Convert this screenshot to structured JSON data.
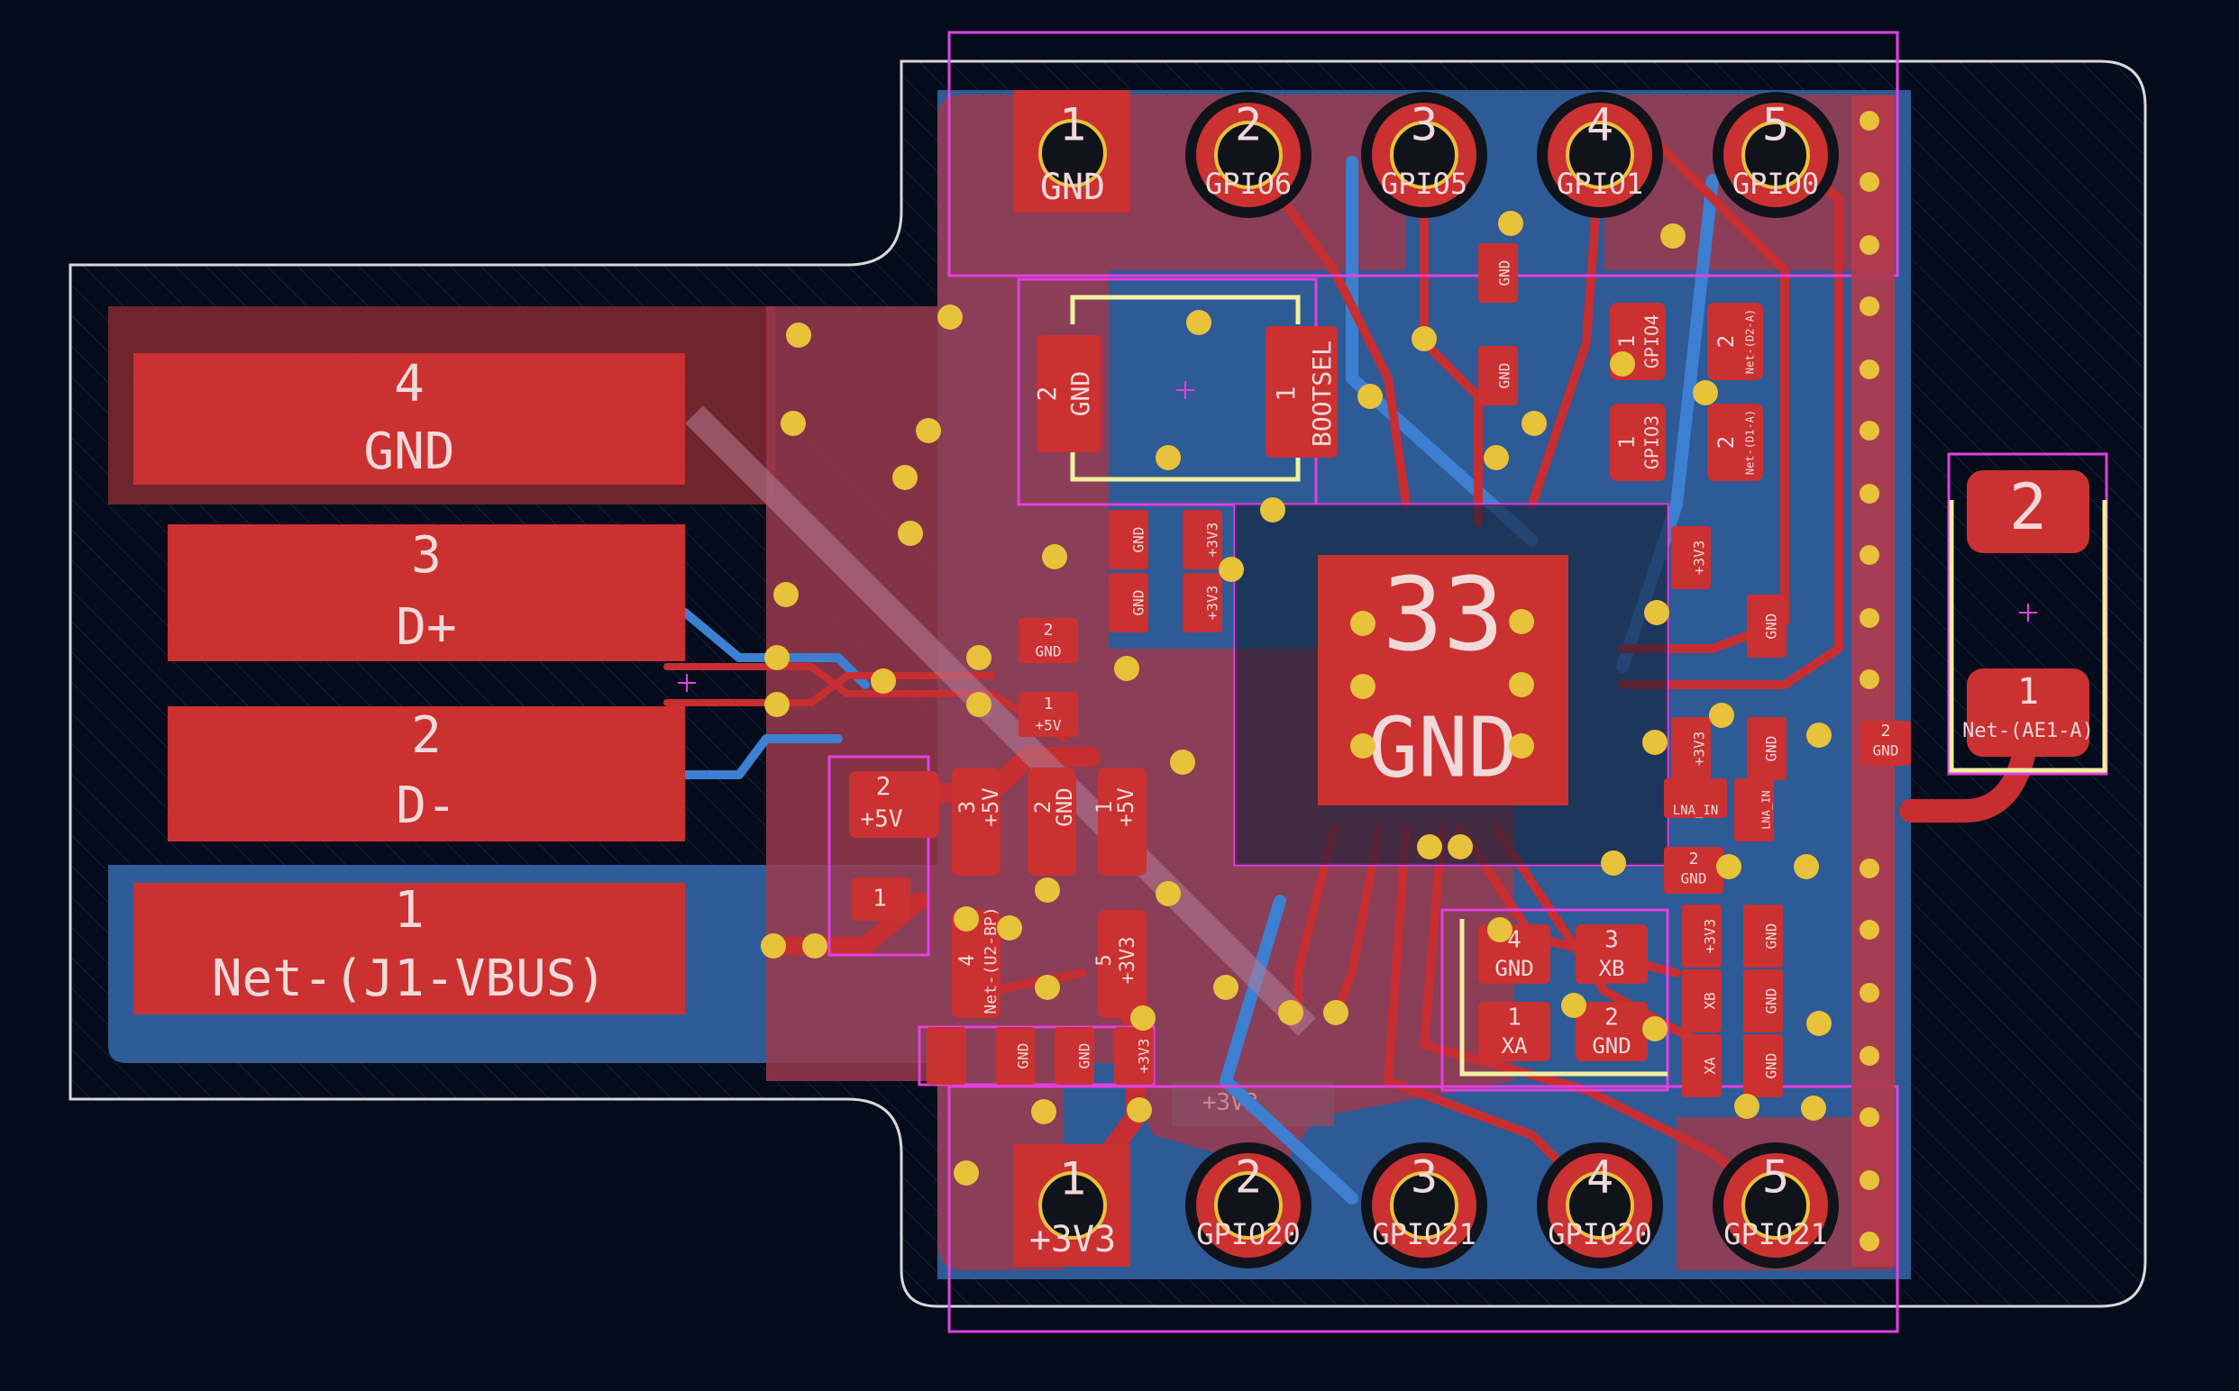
{
  "colors": {
    "background": "#040c1c",
    "copper_front": "#cb3131",
    "copper_back": "#3d7fd0",
    "via": "#e8c23a",
    "silkscreen": "#f0f0a0",
    "courtyard": "#e340e0",
    "edge_cuts": "#d8d8d8"
  },
  "usb_pads": [
    {
      "num": "4",
      "net": "GND"
    },
    {
      "num": "3",
      "net": "D+"
    },
    {
      "num": "2",
      "net": "D-"
    },
    {
      "num": "1",
      "net": "Net-(J1-VBUS)"
    }
  ],
  "header_top": [
    {
      "num": "1",
      "net": "GND"
    },
    {
      "num": "2",
      "net": "GPIO6"
    },
    {
      "num": "3",
      "net": "GPIO5"
    },
    {
      "num": "4",
      "net": "GPIO1"
    },
    {
      "num": "5",
      "net": "GPIO0"
    }
  ],
  "header_bottom": [
    {
      "num": "1",
      "net": "+3V3"
    },
    {
      "num": "2",
      "net": "GPIO20"
    },
    {
      "num": "3",
      "net": "GPIO21"
    },
    {
      "num": "4",
      "net": "GPIO20"
    },
    {
      "num": "5",
      "net": "GPIO21"
    }
  ],
  "mcu": {
    "pad": "33",
    "net": "GND"
  },
  "button": {
    "pin2_num": "2",
    "pin2_net": "GND",
    "pin1_num": "1",
    "pin1_net": "BOOTSEL"
  },
  "antenna": {
    "pin2_num": "2",
    "pin1_num": "1",
    "pin1_net": "Net-(AE1-A)"
  },
  "regulator": {
    "p2_num": "2",
    "p2_net": "+5V",
    "p3_num": "3",
    "p3_net": "+5V",
    "tab_num": "2",
    "tab_net": "GND",
    "p1_num": "1",
    "p1_net": "+5V",
    "p4_num": "4",
    "p4_net": "Net-(U2-BP)",
    "p5_num": "5",
    "p5_net": "+3V3",
    "vbus_num": "1"
  },
  "crystal": {
    "p4_num": "4",
    "p4_net": "GND",
    "p3_num": "3",
    "p3_net": "XB",
    "p1_num": "1",
    "p1_net": "XA",
    "p2_num": "2",
    "p2_net": "GND"
  },
  "leds": {
    "gpio4": "GPIO4",
    "gpio3": "GPIO3",
    "d2_net": "Net-(D2-A)",
    "d1_net": "Net-(D1-A)",
    "one": "1",
    "two": "2"
  },
  "small_labels": {
    "gnd": "GND",
    "v33": "+3V3",
    "v5": "+5V",
    "xb": "XB",
    "xa": "XA",
    "lna": "LNA_IN",
    "one": "1",
    "two": "2",
    "zone_label": "+3V3"
  }
}
